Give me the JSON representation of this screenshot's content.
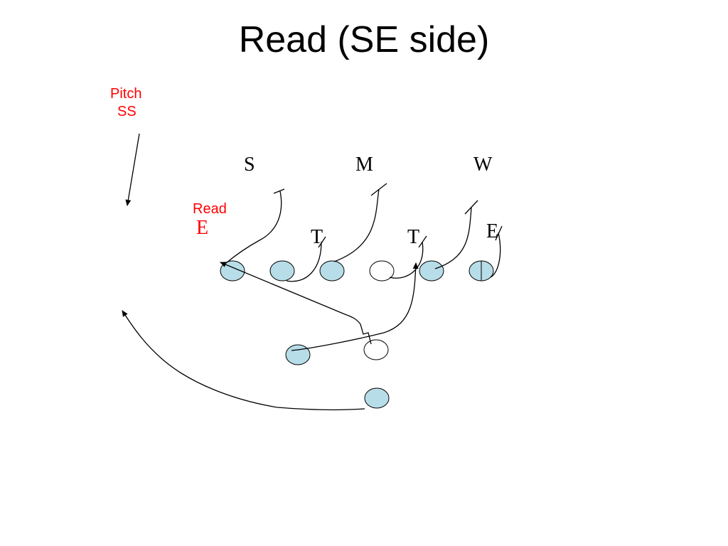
{
  "title": "Read (SE side)",
  "labels": {
    "pitch": "Pitch",
    "ss": "SS",
    "read": "Read",
    "read_e": "E",
    "s": "S",
    "m": "M",
    "w": "W",
    "t_left": "T",
    "t_right": "T",
    "e_right": "E"
  },
  "colors": {
    "player_fill": "#b7dde8",
    "stroke": "#000000",
    "label_red": "#ff0000"
  }
}
